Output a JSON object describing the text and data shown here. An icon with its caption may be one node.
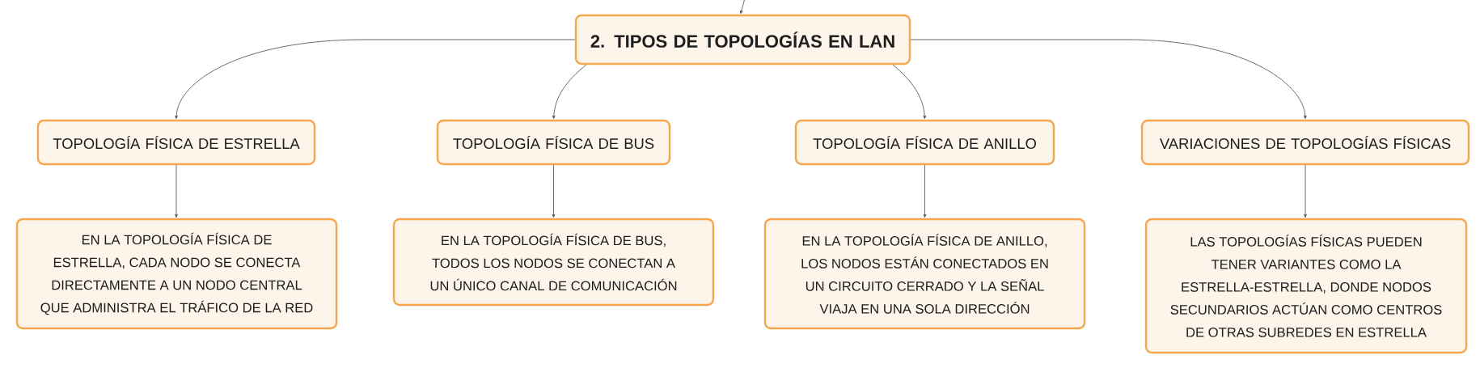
{
  "diagram": {
    "nodes": [
      {
        "text": [
          "2. TIPOS DE TOPOLOGÍAS EN LAN"
        ]
      },
      {
        "text": [
          "TOPOLOGÍA FÍSICA DE ESTRELLA"
        ]
      },
      {
        "text": [
          "TOPOLOGÍA FÍSICA DE BUS"
        ]
      },
      {
        "text": [
          "TOPOLOGÍA FÍSICA DE ANILLO"
        ]
      },
      {
        "text": [
          "VARIACIONES DE TOPOLOGÍAS FÍSICAS"
        ]
      },
      {
        "text": [
          "EN LA TOPOLOGÍA FÍSICA DE ESTRELLA, CADA NODO SE CONECTA DIRECTAMENTE A UN NODO CENTRAL QUE ADMINISTRA EL TRÁFICO DE LA RED"
        ]
      },
      {
        "text": [
          "EN LA TOPOLOGÍA FÍSICA DE BUS, TODOS LOS NODOS SE CONECTAN A UN ÚNICO CANAL DE COMUNICACIÓN"
        ]
      },
      {
        "text": [
          "EN LA TOPOLOGÍA FÍSICA DE ANILLO, LOS NODOS ESTÁN CONECTADOS EN UN CIRCUITO CERRADO Y LA SEÑAL VIAJA EN UNA SOLA DIRECCIÓN"
        ]
      },
      {
        "text": [
          "LAS TOPOLOGÍAS FÍSICAS PUEDEN TENER VARIANTES COMO LA ESTRELLA-ESTRELLA, DONDE NODOS SECUNDARIOS ACTÚAN COMO CENTROS DE OTRAS SUBREDES EN ESTRELLA"
        ]
      }
    ],
    "edges": [
      {
        "from": null,
        "to": 0,
        "arrow": "to"
      },
      {
        "from": 0,
        "to": 1,
        "arrow": "to"
      },
      {
        "from": 0,
        "to": 2,
        "arrow": "to"
      },
      {
        "from": 0,
        "to": 3,
        "arrow": "to"
      },
      {
        "from": 0,
        "to": 4,
        "arrow": "to"
      },
      {
        "from": 1,
        "to": 5,
        "arrow": "to"
      },
      {
        "from": 2,
        "to": 6,
        "arrow": "to"
      },
      {
        "from": 3,
        "to": 7,
        "arrow": "to"
      },
      {
        "from": 4,
        "to": 8,
        "arrow": "to"
      }
    ]
  }
}
